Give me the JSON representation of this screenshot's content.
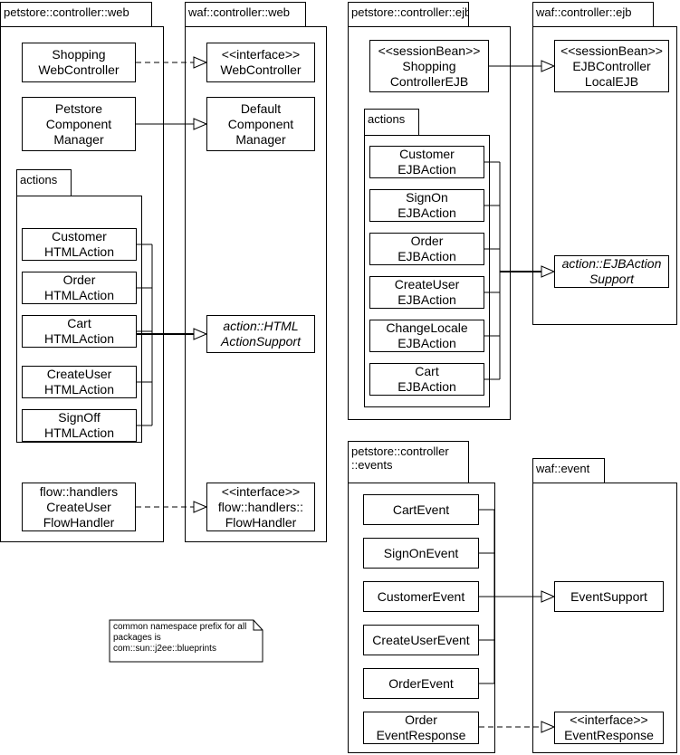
{
  "packages": {
    "pc_web": "petstore::controller::web",
    "waf_web": "waf::controller::web",
    "pc_ejb": "petstore::controller::ejb",
    "waf_ejb": "waf::controller::ejb",
    "pc_events_1": "petstore::controller",
    "pc_events_2": "::events",
    "waf_event": "waf::event"
  },
  "subpackages": {
    "web_actions": "actions",
    "ejb_actions": "actions"
  },
  "classes": {
    "shopping_web_controller": [
      "Shopping",
      "WebController"
    ],
    "web_controller": [
      "<<interface>>",
      "WebController"
    ],
    "petstore_component_manager": [
      "Petstore",
      "Component",
      "Manager"
    ],
    "default_component_manager": [
      "Default",
      "Component",
      "Manager"
    ],
    "customer_html_action": [
      "Customer",
      "HTMLAction"
    ],
    "order_html_action": [
      "Order",
      "HTMLAction"
    ],
    "cart_html_action": [
      "Cart",
      "HTMLAction"
    ],
    "createuser_html_action": [
      "CreateUser",
      "HTMLAction"
    ],
    "signoff_html_action": [
      "SignOff",
      "HTMLAction"
    ],
    "html_action_support": [
      "action::HTML",
      "ActionSupport"
    ],
    "createuser_flow_handler": [
      "flow::handlers",
      "CreateUser",
      "FlowHandler"
    ],
    "flow_handler": [
      "<<interface>>",
      "flow::handlers::",
      "FlowHandler"
    ],
    "shopping_controller_ejb": [
      "<<sessionBean>>",
      "Shopping",
      "ControllerEJB"
    ],
    "ejb_controller_local": [
      "<<sessionBean>>",
      "EJBController",
      "LocalEJB"
    ],
    "customer_ejb_action": [
      "Customer",
      "EJBAction"
    ],
    "signon_ejb_action": [
      "SignOn",
      "EJBAction"
    ],
    "order_ejb_action": [
      "Order",
      "EJBAction"
    ],
    "createuser_ejb_action": [
      "CreateUser",
      "EJBAction"
    ],
    "changelocale_ejb_action": [
      "ChangeLocale",
      "EJBAction"
    ],
    "cart_ejb_action": [
      "Cart",
      "EJBAction"
    ],
    "ejb_action_support": [
      "action::EJBAction",
      "Support"
    ],
    "cart_event": [
      "CartEvent"
    ],
    "signon_event": [
      "SignOnEvent"
    ],
    "customer_event": [
      "CustomerEvent"
    ],
    "createuser_event": [
      "CreateUserEvent"
    ],
    "order_event": [
      "OrderEvent"
    ],
    "order_event_response": [
      "Order",
      "EventResponse"
    ],
    "event_support": [
      "EventSupport"
    ],
    "event_response": [
      "<<interface>>",
      "EventResponse"
    ]
  },
  "note": {
    "lines": [
      "common namespace prefix for all",
      "packages is",
      "com::sun::j2ee::blueprints"
    ]
  }
}
